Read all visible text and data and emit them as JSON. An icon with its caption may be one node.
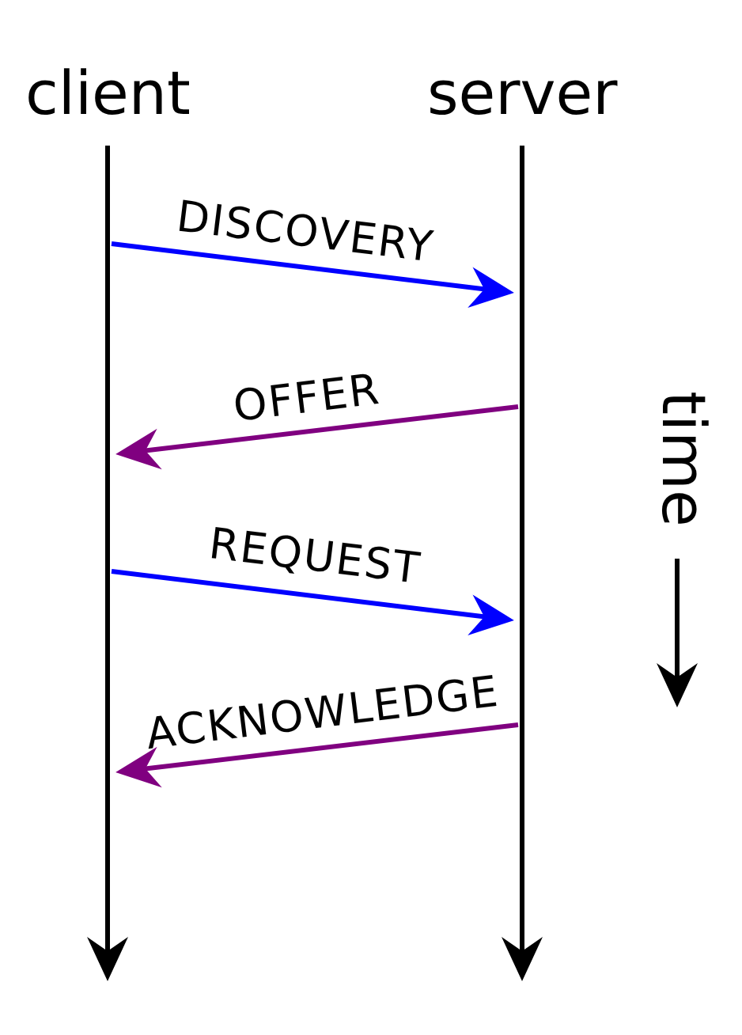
{
  "diagram": {
    "nodes": [
      {
        "text": [
          "client"
        ]
      },
      {
        "text": [
          "server"
        ]
      }
    ],
    "edges": [
      {
        "from": 0,
        "to": 1,
        "arrow": "to",
        "label": "DISCOVERY",
        "color": "#0000ff"
      },
      {
        "from": 1,
        "to": 0,
        "arrow": "to",
        "label": "OFFER",
        "color": "#800080"
      },
      {
        "from": 0,
        "to": 1,
        "arrow": "to",
        "label": "REQUEST",
        "color": "#0000ff"
      },
      {
        "from": 1,
        "to": 0,
        "arrow": "to",
        "label": "ACKNOWLEDGE",
        "color": "#800080"
      }
    ],
    "labels": [
      "time"
    ]
  }
}
